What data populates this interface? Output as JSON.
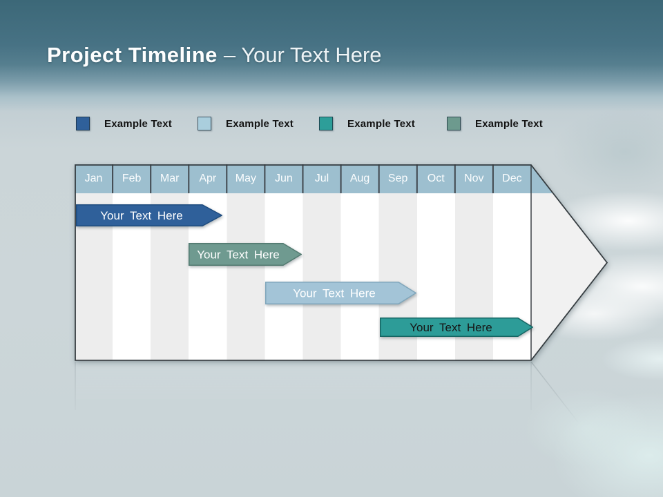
{
  "slide": {
    "title_bold": "Project Timeline",
    "title_light": "– Your Text Here"
  },
  "legend": {
    "items": [
      {
        "label": "Example Text",
        "color": "#2F609A"
      },
      {
        "label": "Example Text",
        "color": "#AACEDD"
      },
      {
        "label": "Example Text",
        "color": "#2D9E99"
      },
      {
        "label": "Example Text",
        "color": "#6D9A8E"
      }
    ]
  },
  "timeline": {
    "months": [
      "Jan",
      "Feb",
      "Mar",
      "Apr",
      "May",
      "Jun",
      "Jul",
      "Aug",
      "Sep",
      "Oct",
      "Nov",
      "Dec"
    ],
    "header_color": "#9DBFCF",
    "stripe_colors": [
      "#EDEDED",
      "#FFFFFF"
    ],
    "outline_color": "#353C40",
    "bars": [
      {
        "label": "Your Text Here",
        "fill": "#2F609A",
        "border": "#1D4B7E",
        "text_color": "#FFFFFF",
        "span": "Jan–Apr"
      },
      {
        "label": "Your Text Here",
        "fill": "#6F9A90",
        "border": "#527A70",
        "text_color": "#FFFFFF",
        "span": "Apr–Jun"
      },
      {
        "label": "Your Text Here",
        "fill": "#A3C4D7",
        "border": "#7FA6BB",
        "text_color": "#FFFFFF",
        "span": "Jun–Sep"
      },
      {
        "label": "Your Text Here",
        "fill": "#2D9C98",
        "border": "#156663",
        "text_color": "#161616",
        "span": "Sep–Dec"
      }
    ]
  }
}
